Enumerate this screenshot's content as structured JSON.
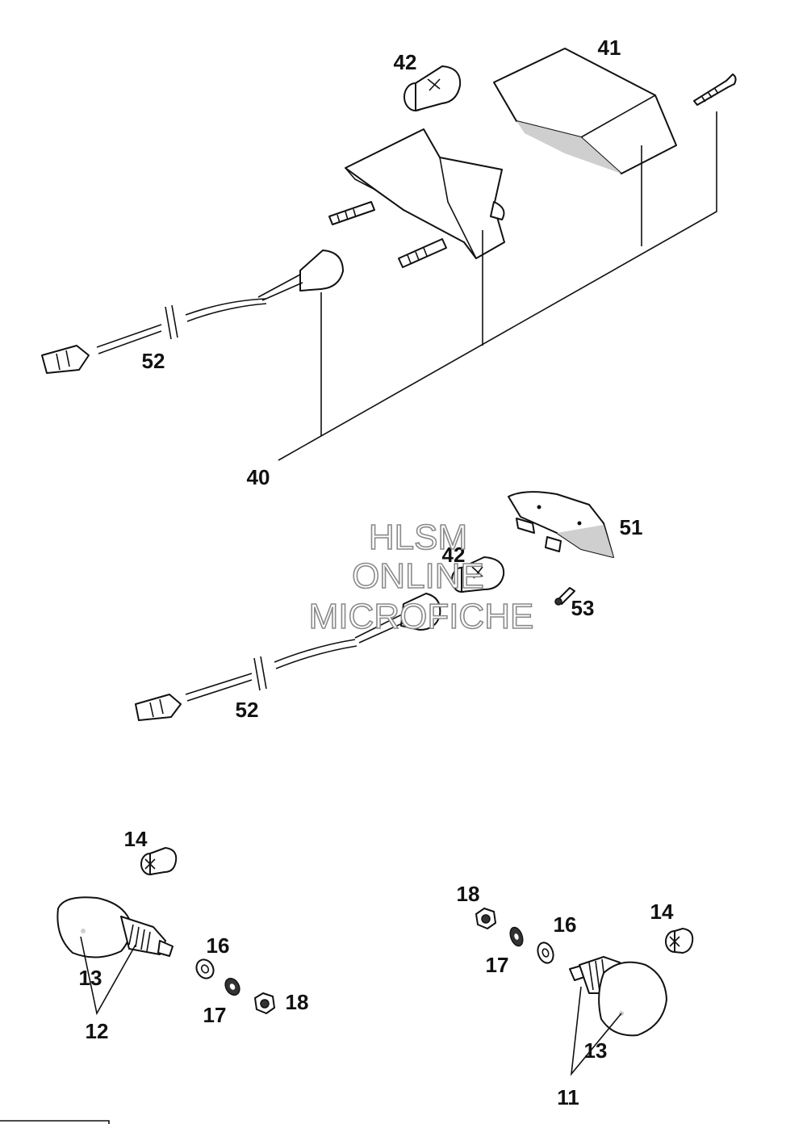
{
  "callouts": {
    "c40": "40",
    "c41": "41",
    "c42a": "42",
    "c52a": "52",
    "c51": "51",
    "c42b": "42",
    "c53": "53",
    "c52b": "52",
    "c14a": "14",
    "c13a": "13",
    "c12": "12",
    "c16a": "16",
    "c17a": "17",
    "c18a": "18",
    "c18b": "18",
    "c16b": "16",
    "c17b": "17",
    "c14b": "14",
    "c13b": "13",
    "c11": "11"
  },
  "watermark": {
    "line1": "HLSM",
    "line2": "ONLINE",
    "line3": "MICROFICHE"
  }
}
